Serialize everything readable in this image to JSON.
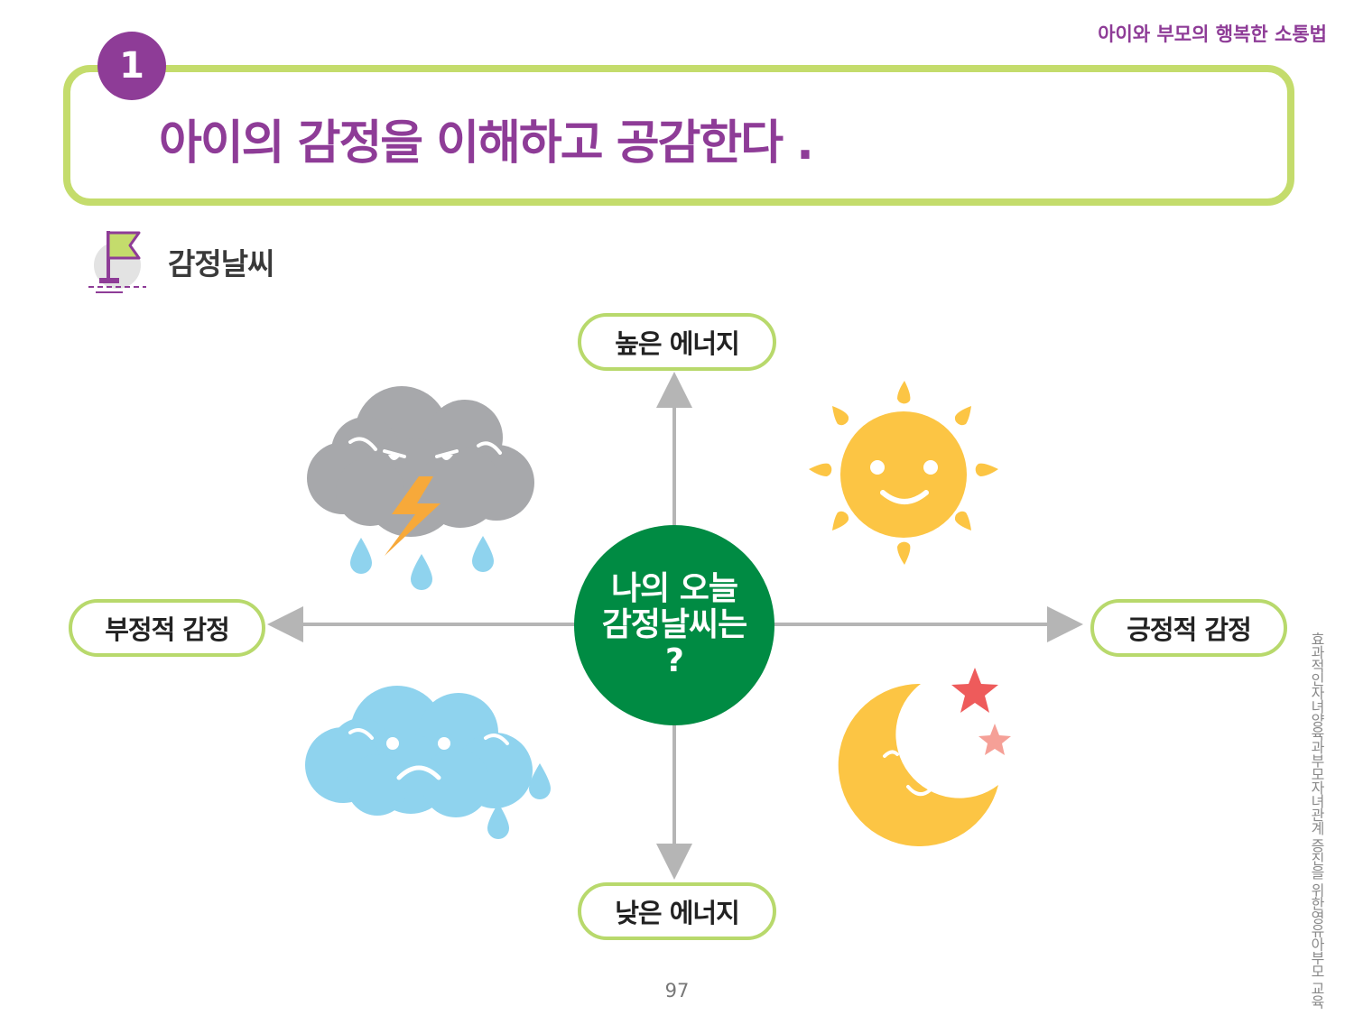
{
  "header": {
    "running_title": "아이와 부모의 행복한 소통법",
    "section_number": "1",
    "heading": "아이의 감정을 이해하고 공감한다 ."
  },
  "subsection": {
    "label": "감정날씨",
    "icon": "flag-icon"
  },
  "diagram": {
    "top_label": "높은 에너지",
    "bottom_label": "낮은 에너지",
    "left_label": "부정적 감정",
    "right_label": "긍정적 감정",
    "center_lines": [
      "나의 오늘",
      "감정날씨는",
      "?"
    ],
    "quadrant_icons": {
      "top_left": "angry-storm-cloud-icon",
      "top_right": "smiling-sun-icon",
      "bottom_left": "sad-rain-cloud-icon",
      "bottom_right": "sleeping-moon-icon"
    },
    "colors": {
      "accent_purple": "#8e3c97",
      "frame_green": "#c4dc6c",
      "center_green": "#008b43"
    }
  },
  "sidebar_text": "효과적인자녀양육과부모자녀관계 증진을 위한영유아부모 교육",
  "page_number": "97"
}
